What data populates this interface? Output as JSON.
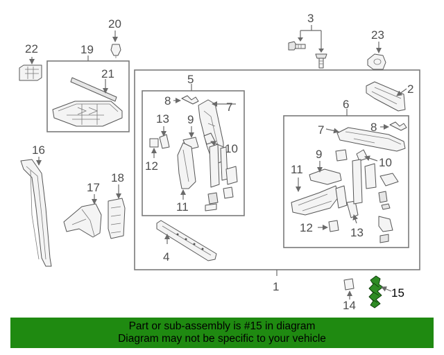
{
  "callouts": {
    "n1": "1",
    "n2": "2",
    "n3": "3",
    "n4": "4",
    "n5": "5",
    "n6": "6",
    "n7a": "7",
    "n7b": "7",
    "n8a": "8",
    "n8b": "8",
    "n9a": "9",
    "n9b": "9",
    "n10a": "10",
    "n10b": "10",
    "n11a": "11",
    "n11b": "11",
    "n12a": "12",
    "n12b": "12",
    "n13a": "13",
    "n13b": "13",
    "n14": "14",
    "n15": "15",
    "n16": "16",
    "n17": "17",
    "n18": "18",
    "n19": "19",
    "n20": "20",
    "n21": "21",
    "n22": "22",
    "n23": "23"
  },
  "highlight": {
    "part": "15",
    "color": "#1f8a11"
  },
  "banner": {
    "line1": "Part or sub-assembly is #15 in diagram",
    "line2": "Diagram may not be specific to your vehicle"
  }
}
